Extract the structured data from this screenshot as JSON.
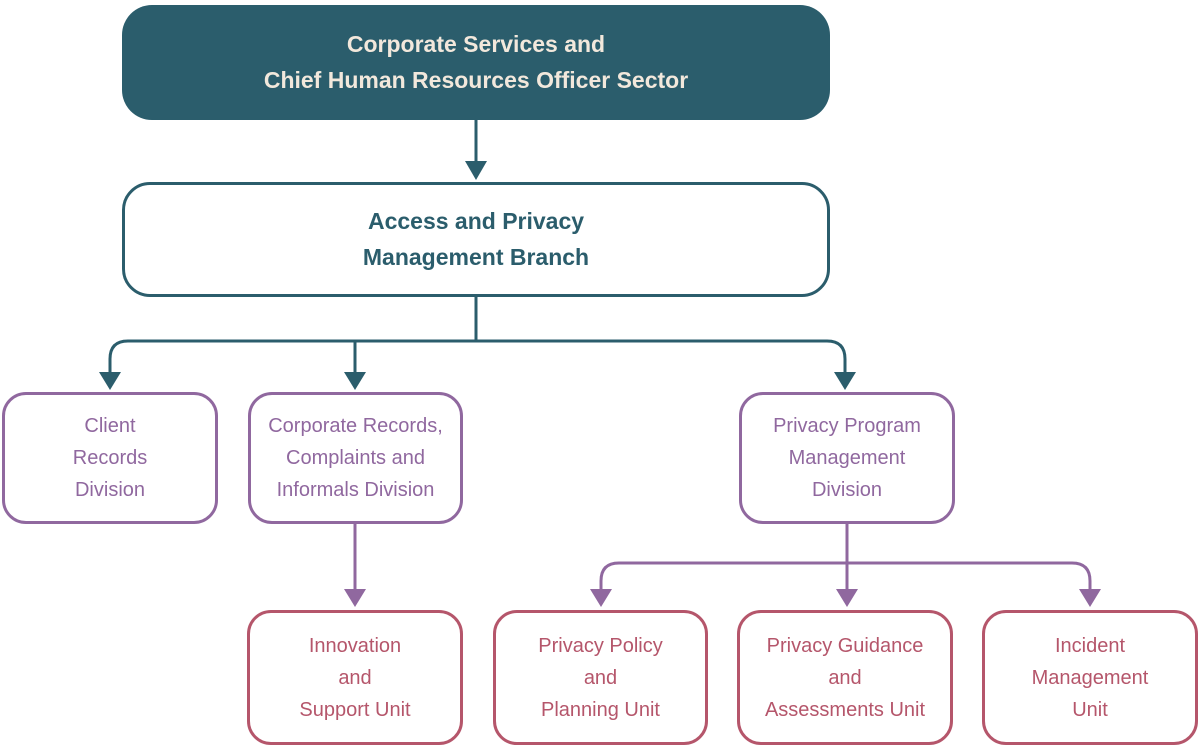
{
  "colors": {
    "teal": "#2B5D6C",
    "cream": "#F2E8DC",
    "purple": "#90689F",
    "rose": "#B5566B",
    "bg": "#FFFFFF"
  },
  "nodes": {
    "sector": {
      "label": "Corporate Services and Chief Human Resources Officer Sector",
      "lines": [
        "Corporate Services and",
        "Chief Human Resources Officer Sector"
      ]
    },
    "branch": {
      "label": "Access and Privacy Management Branch",
      "lines": [
        "Access and Privacy",
        "Management Branch"
      ]
    },
    "client_records": {
      "label": "Client Records Division",
      "lines": [
        "Client",
        "Records",
        "Division"
      ]
    },
    "corporate_records": {
      "label": "Corporate Records, Complaints and Informals Division",
      "lines": [
        "Corporate Records,",
        "Complaints and",
        "Informals Division"
      ]
    },
    "privacy_program": {
      "label": "Privacy Program Management Division",
      "lines": [
        "Privacy Program",
        "Management",
        "Division"
      ]
    },
    "innovation_support": {
      "label": "Innovation and Support Unit",
      "lines": [
        "Innovation",
        "and",
        "Support Unit"
      ]
    },
    "privacy_policy": {
      "label": "Privacy Policy and Planning Unit",
      "lines": [
        "Privacy Policy",
        "and",
        "Planning Unit"
      ]
    },
    "privacy_guidance": {
      "label": "Privacy Guidance and Assessments Unit",
      "lines": [
        "Privacy Guidance",
        "and",
        "Assessments Unit"
      ]
    },
    "incident_management": {
      "label": "Incident Management Unit",
      "lines": [
        "Incident",
        "Management",
        "Unit"
      ]
    }
  },
  "edges": [
    {
      "from": "sector",
      "to": "branch"
    },
    {
      "from": "branch",
      "to": "client_records"
    },
    {
      "from": "branch",
      "to": "corporate_records"
    },
    {
      "from": "branch",
      "to": "privacy_program"
    },
    {
      "from": "corporate_records",
      "to": "innovation_support"
    },
    {
      "from": "privacy_program",
      "to": "privacy_policy"
    },
    {
      "from": "privacy_program",
      "to": "privacy_guidance"
    },
    {
      "from": "privacy_program",
      "to": "incident_management"
    }
  ]
}
